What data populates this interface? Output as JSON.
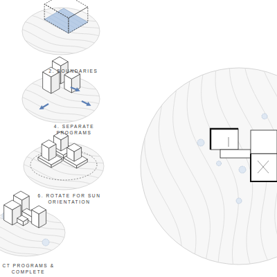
{
  "diagram": {
    "labels": [
      "2. BOUNDARIES",
      "4. SEPARATE PROGRAMS",
      "6. ROTATE FOR SUN ORIENTATION",
      "CT PROGRAMS & COMPLETE"
    ]
  }
}
